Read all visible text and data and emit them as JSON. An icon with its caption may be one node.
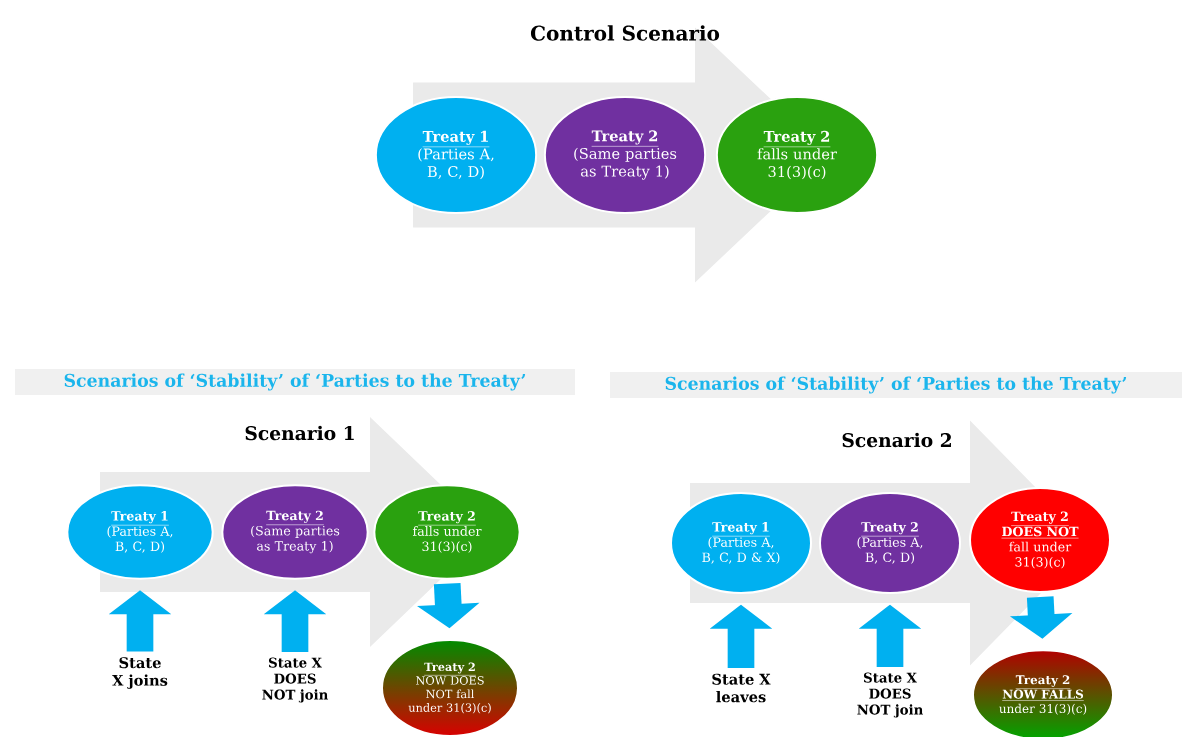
{
  "diagram": {
    "title": "Control Scenario",
    "nodes": [
      {
        "text": [
          "Treaty 1",
          "(Parties A, B, C, D)"
        ]
      },
      {
        "text": [
          "Treaty 2",
          "(Same parties as Treaty 1)"
        ]
      },
      {
        "text": [
          "Treaty 2",
          "falls under 31(3)(c)"
        ]
      },
      {
        "text": [
          "Treaty 1",
          "(Parties A, B, C, D)"
        ]
      },
      {
        "text": [
          "Treaty 2",
          "(Same parties as Treaty 1)"
        ]
      },
      {
        "text": [
          "Treaty 2",
          "falls under 31(3)(c)"
        ]
      },
      {
        "text": [
          "State X joins"
        ]
      },
      {
        "text": [
          "State X DOES NOT join"
        ]
      },
      {
        "text": [
          "Treaty 2",
          "NOW DOES NOT fall under 31(3)(c)"
        ]
      },
      {
        "text": [
          "Treaty 1",
          "(Parties A, B, C, D & X)"
        ]
      },
      {
        "text": [
          "Treaty 2",
          "(Parties A, B, C, D)"
        ]
      },
      {
        "text": [
          "Treaty 2",
          "DOES NOT",
          "fall under 31(3)(c)"
        ]
      },
      {
        "text": [
          "State X leaves"
        ]
      },
      {
        "text": [
          "State X DOES NOT join"
        ]
      },
      {
        "text": [
          "Treaty 2",
          "NOW FALLS",
          "under 31(3)(c)"
        ]
      }
    ],
    "edges": [
      {
        "from": 0,
        "to": 2,
        "arrow": "to",
        "style": "thick"
      },
      {
        "from": 3,
        "to": 5,
        "arrow": "to",
        "style": "thick"
      },
      {
        "from": 9,
        "to": 11,
        "arrow": "to",
        "style": "thick"
      },
      {
        "from": 6,
        "to": 3,
        "arrow": "to",
        "color": "#00b0f0"
      },
      {
        "from": 7,
        "to": 4,
        "arrow": "to",
        "color": "#00b0f0"
      },
      {
        "from": 5,
        "to": 8,
        "arrow": "to",
        "color": "#00b0f0"
      },
      {
        "from": 12,
        "to": 9,
        "arrow": "to",
        "color": "#00b0f0"
      },
      {
        "from": 13,
        "to": 10,
        "arrow": "to",
        "color": "#00b0f0"
      },
      {
        "from": 11,
        "to": 14,
        "arrow": "to",
        "color": "#00b0f0"
      }
    ],
    "labels": [
      "Scenarios of ‘Stability’ of ‘Parties to the Treaty’",
      "Scenario 1",
      "Scenarios of ‘Stability’ of ‘Parties to the Treaty’",
      "Scenario 2"
    ]
  }
}
